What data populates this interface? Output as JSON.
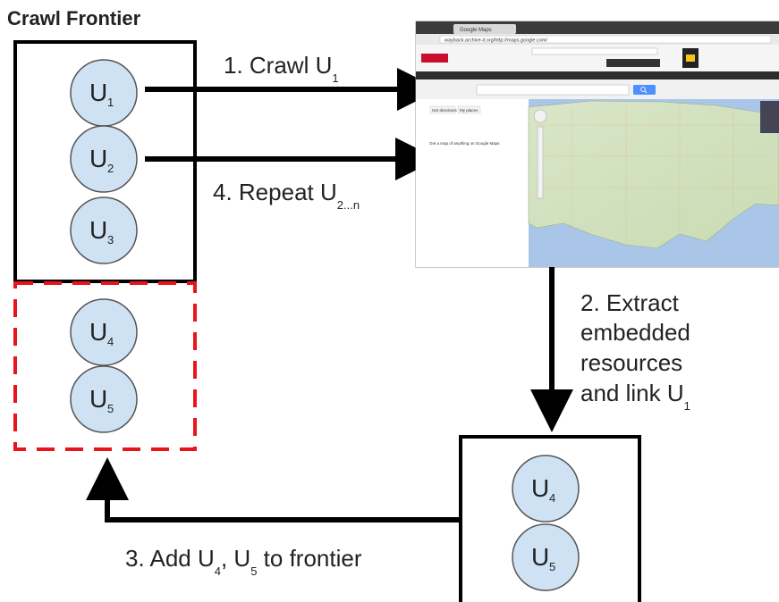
{
  "title": "Crawl Frontier",
  "frontier_nodes": [
    {
      "letter": "U",
      "sub": "1"
    },
    {
      "letter": "U",
      "sub": "2"
    },
    {
      "letter": "U",
      "sub": "3"
    }
  ],
  "added_nodes": [
    {
      "letter": "U",
      "sub": "4"
    },
    {
      "letter": "U",
      "sub": "5"
    }
  ],
  "extracted_nodes": [
    {
      "letter": "U",
      "sub": "4"
    },
    {
      "letter": "U",
      "sub": "5"
    }
  ],
  "steps": {
    "crawl": {
      "text": "1. Crawl U",
      "sub": "1"
    },
    "repeat": {
      "text": "4. Repeat U",
      "sub": "2...n"
    },
    "extract": {
      "line1": "2. Extract",
      "line2": "embedded",
      "line3": "resources",
      "line4": "and link U",
      "sub": "1"
    },
    "add": {
      "pre": "3. Add U",
      "sub1": "4",
      "mid": ", U",
      "sub2": "5",
      "post": " to frontier"
    }
  },
  "screenshot": {
    "tab_title": "Google Maps",
    "url": "wayback.archive-it.org/http://maps.google.com/",
    "search_button_icon": "search-icon",
    "get_directions": "Get directions",
    "my_places": "My places",
    "hint_link": "Get a map of anything on Google Maps"
  },
  "colors": {
    "node_fill": "#cfe2f3",
    "node_stroke": "#555555",
    "arrow": "#000000",
    "dashed_box": "#e8141b"
  }
}
